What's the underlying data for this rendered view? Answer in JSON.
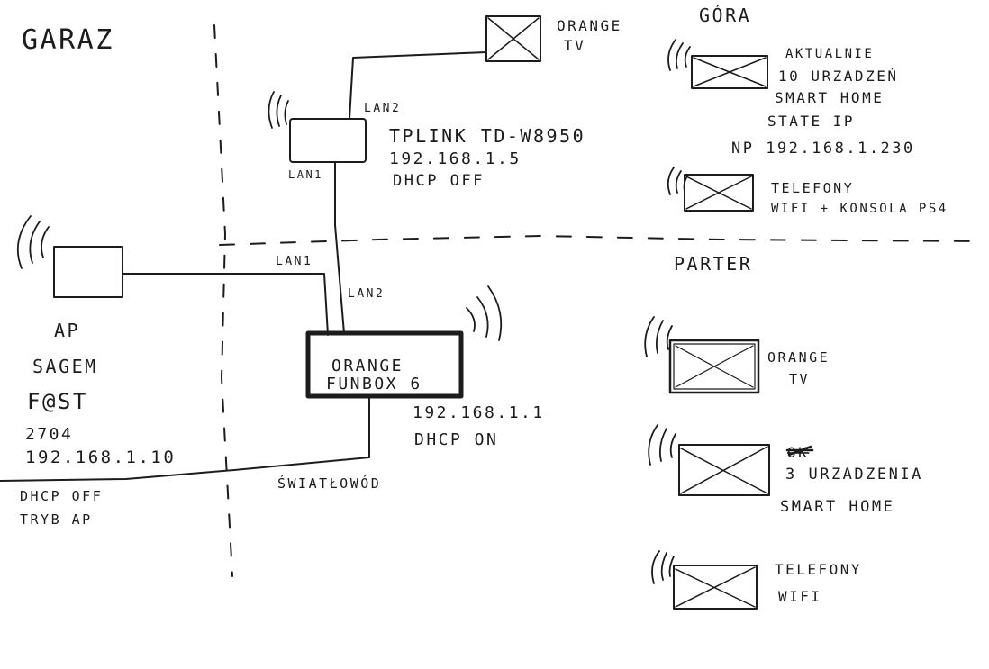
{
  "zones": {
    "garage": "GARAZ",
    "upstairs": "GÓRA",
    "ground_floor": "PARTER"
  },
  "orange_tv_top": {
    "line1": "ORANGE",
    "line2": "TV"
  },
  "tplink": {
    "lan_in": "LAN2",
    "lan_out": "LAN1",
    "name": "TPLINK TD-W8950",
    "ip": "192.168.1.5",
    "dhcp": "DHCP OFF"
  },
  "upstairs_devices": {
    "smart_home": {
      "line1": "AKTUALNIE",
      "line2": "10 URZADZEŃ",
      "line3": "SMART HOME",
      "line4": "STATE IP",
      "line5": "NP 192.168.1.230"
    },
    "phones": {
      "line1": "TELEFONY",
      "line2": "WIFI + KONSOLA PS4"
    }
  },
  "cables": {
    "ap_to_router": "LAN1",
    "tplink_to_router": "LAN2",
    "fiber": "ŚWIATŁOWÓD"
  },
  "ap": {
    "line1": "AP",
    "line2": "SAGEM",
    "line3": "F@ST",
    "line4": "2704",
    "ip": "192.168.1.10",
    "dhcp": "DHCP OFF",
    "mode": "TRYB AP"
  },
  "router": {
    "line1": "ORANGE",
    "line2": "FUNBOX 6",
    "ip": "192.168.1.1",
    "dhcp": "DHCP ON"
  },
  "ground_devices": {
    "orange_tv": {
      "line1": "ORANGE",
      "line2": "TV"
    },
    "smart_home": {
      "strike": "OK",
      "line1": "3 URZADZENIA",
      "line2": "SMART HOME"
    },
    "phones": {
      "line1": "TELEFONY",
      "line2": "WIFI"
    }
  },
  "icons": [
    "wifi-waves-icon",
    "crossed-box-icon"
  ],
  "colors": {
    "ink": "#1c1c1c",
    "paper": "#ffffff"
  }
}
